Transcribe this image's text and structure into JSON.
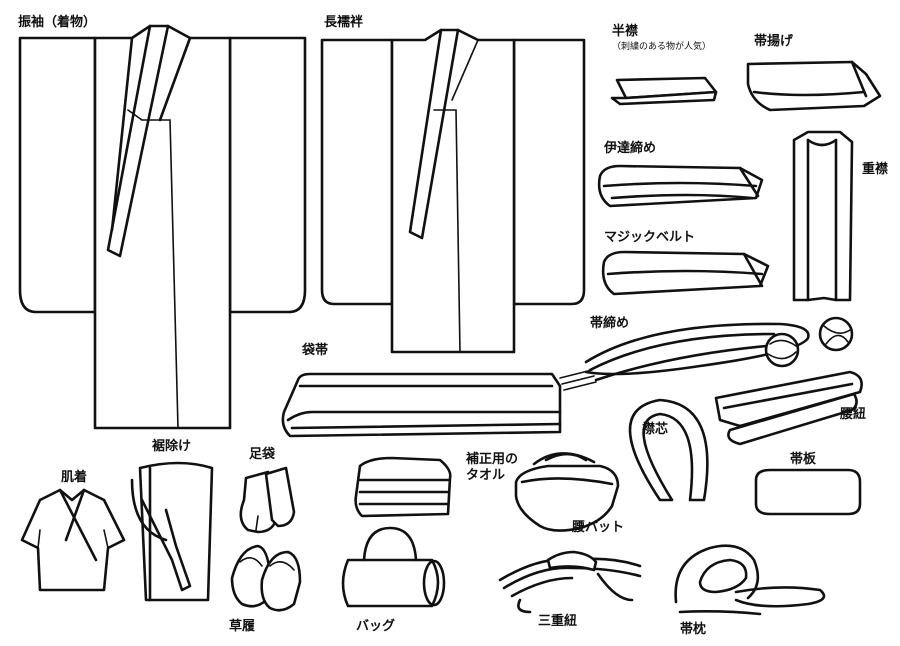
{
  "labels": {
    "furisode": "振袖（着物）",
    "nagajuban": "長襦袢",
    "haneri": "半襟",
    "haneri_note": "（刺繍のある物が人気）",
    "obiage": "帯揚げ",
    "datejime": "伊達締め",
    "kasaneeri": "重襟",
    "magic_belt": "マジックベルト",
    "obijime": "帯締め",
    "fukuro_obi": "袋帯",
    "eri_shin": "襟芯",
    "koshihimo": "腰紐",
    "obi_ita": "帯板",
    "hadagi": "肌着",
    "susoyoke": "裾除け",
    "tabi": "足袋",
    "hosei_towel_1": "補正用の",
    "hosei_towel_2": "タオル",
    "koshi_pad": "腰パット",
    "zori": "草履",
    "bag": "バッグ",
    "sanju_himo": "三重紐",
    "obi_makura": "帯枕"
  },
  "colors": {
    "line": "#111111",
    "fill": "#ffffff"
  }
}
